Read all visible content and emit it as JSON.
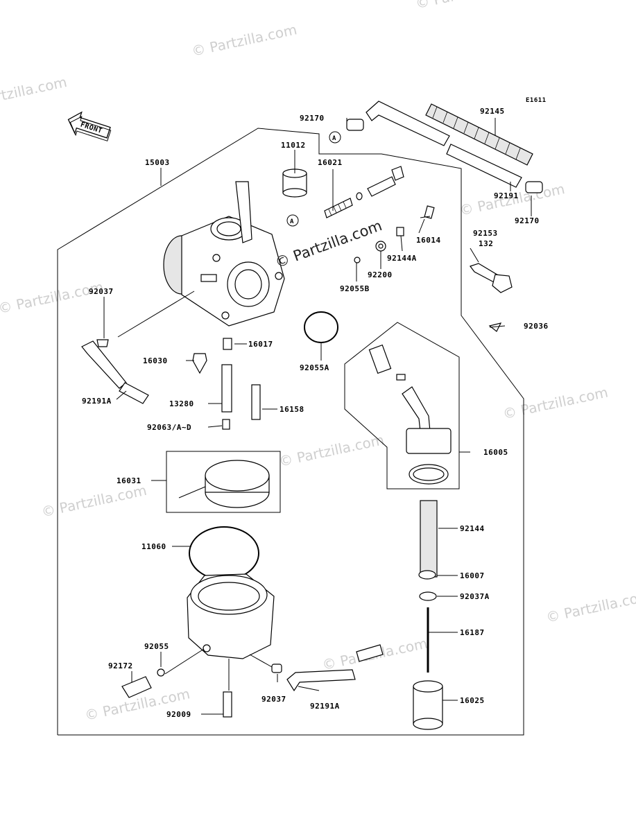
{
  "diagram": {
    "code": "E1611",
    "front_label": "FRONT",
    "copyright": "© Partzilla.com",
    "watermark": "© Partzilla.com",
    "ref_a": "A",
    "parts": {
      "p92170a": "92170",
      "p92145": "92145",
      "p15003": "15003",
      "p11012": "11012",
      "p16021": "16021",
      "p92191": "92191",
      "p92170b": "92170",
      "p16014": "16014",
      "p92153": "92153",
      "p132": "132",
      "p92144A": "92144A",
      "p92200": "92200",
      "p92055B": "92055B",
      "p92037a": "92037",
      "p16017": "16017",
      "p16030": "16030",
      "p92055A": "92055A",
      "p92036": "92036",
      "p92191A_a": "92191A",
      "p13280": "13280",
      "p16158": "16158",
      "p92063": "92063/A~D",
      "p16005": "16005",
      "p16031": "16031",
      "p92144": "92144",
      "p11060": "11060",
      "p16007": "16007",
      "p92037A": "92037A",
      "p16187": "16187",
      "p92055": "92055",
      "p92172": "92172",
      "p16025": "16025",
      "p92037b": "92037",
      "p92191A_b": "92191A",
      "p92009": "92009"
    }
  }
}
